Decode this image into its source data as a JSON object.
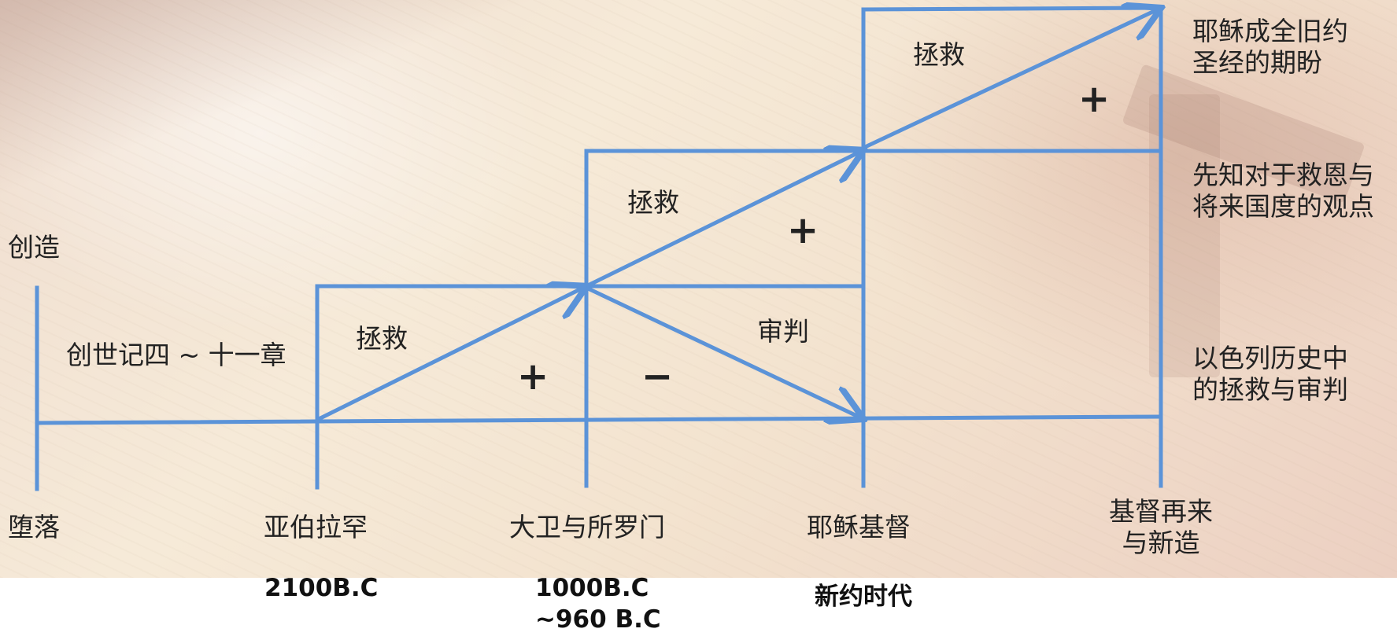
{
  "colors": {
    "line": "#5b93d8",
    "text": "#222222"
  },
  "labels": {
    "creation": "创造",
    "fall": "堕落",
    "genesis": "创世记四 ~ 十一章",
    "rescue_1": "拯救",
    "rescue_2": "拯救",
    "rescue_3": "拯救",
    "judgement": "审判",
    "plus_1": "+",
    "plus_2": "+",
    "plus_3": "+",
    "minus": "−",
    "abraham": "亚伯拉罕",
    "david_solomon": "大卫与所罗门",
    "jesus_christ": "耶稣基督",
    "second_coming_line1": "基督再来",
    "second_coming_line2": "与新造",
    "date_abraham": "2100B.C",
    "date_david_line1": "1000B.C",
    "date_david_line2": "~960 B.C",
    "new_testament_era": "新约时代"
  },
  "legend": {
    "top_line1": "耶稣成全旧约",
    "top_line2": "圣经的期盼",
    "middle_line1": "先知对于救恩与",
    "middle_line2": "将来国度的观点",
    "bottom_line1": "以色列历史中",
    "bottom_line2": "的拯救与审判"
  }
}
